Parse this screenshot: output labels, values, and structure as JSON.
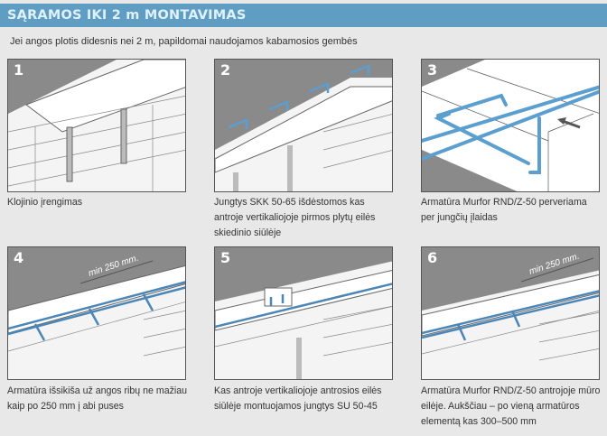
{
  "header": {
    "title": "SĄRAMOS IKI 2 m MONTAVIMAS"
  },
  "intro": "Jei angos plotis didesnis nei 2 m, papildomai naudojamos kabamosios gembės",
  "steps": [
    {
      "number": "1",
      "caption": "Klojinio įrengimas"
    },
    {
      "number": "2",
      "caption": "Jungtys SKK 50-65 išdėstomos kas antroje vertikaliojoje pirmos plytų eilės skiedinio siūlėje"
    },
    {
      "number": "3",
      "caption": "Armatūra Murfor RND/Z-50 perveriama per jungčių įlaidas"
    },
    {
      "number": "4",
      "caption": "Armatūra išsikiša už angos ribų ne mažiau kaip po 250 mm į abi puses",
      "annotation": "min 250 mm."
    },
    {
      "number": "5",
      "caption": "Kas antroje vertikaliojoje antrosios eilės siūlėje montuojamos jungtys SU 50-45"
    },
    {
      "number": "6",
      "caption": "Armatūra Murfor RND/Z-50 antrojoje mūro eilėje. Aukščiau – po vieną armatūros elementą kas 300–500 mm",
      "annotation": "min 250 mm."
    }
  ],
  "colors": {
    "header": "#609dc2",
    "rebar": "#5a9fd0"
  }
}
